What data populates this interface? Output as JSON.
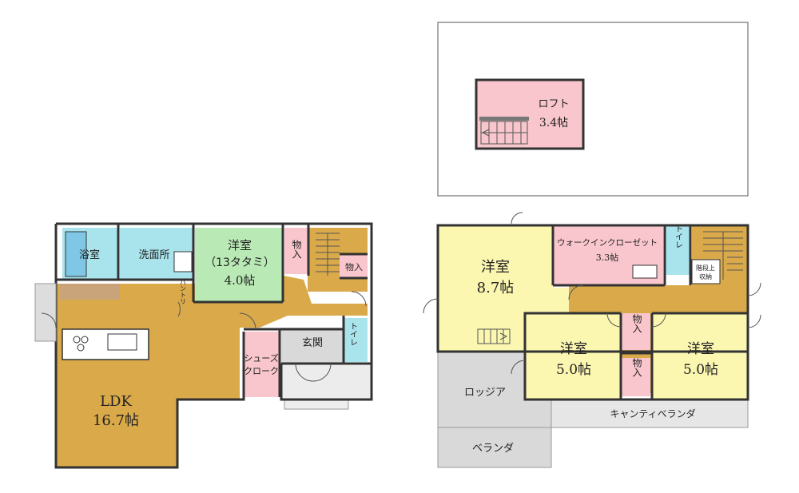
{
  "colors": {
    "ldk": "#d9a94a",
    "wet": "#a9e3ec",
    "green": "#b9e9b4",
    "pink": "#f8c6cc",
    "yellow": "#fbf6b0",
    "gray": "#d9d9d9",
    "wall": "#333333"
  },
  "first_floor": {
    "bathroom": "浴室",
    "washroom": "洗面所",
    "japanese_room": {
      "name": "洋室",
      "detail": "（13タタミ）",
      "size": "4.0帖"
    },
    "storage_1": "物入",
    "storage_2": "物入",
    "pantry": "パントリ",
    "toilet": "トイレ",
    "entrance": "玄関",
    "shoe_closet": {
      "line1": "シューズ",
      "line2": "クローク"
    },
    "ldk": {
      "name": "LDK",
      "size": "16.7帖"
    }
  },
  "second_floor": {
    "bedroom_main": {
      "name": "洋室",
      "size": "8.7帖"
    },
    "walk_in_closet": {
      "name": "ウォークインクローゼット",
      "size": "3.3帖"
    },
    "toilet": "トイレ",
    "stair_storage": {
      "line1": "階段上",
      "line2": "収納"
    },
    "bedroom_2": {
      "name": "洋室",
      "size": "5.0帖"
    },
    "bedroom_3": {
      "name": "洋室",
      "size": "5.0帖"
    },
    "storage_1": "物入",
    "storage_2": "物入",
    "loggia": "ロッジア",
    "veranda": "ベランダ",
    "cantilever_veranda": "キャンティベランダ"
  },
  "loft": {
    "name": "ロフト",
    "size": "3.4帖"
  }
}
